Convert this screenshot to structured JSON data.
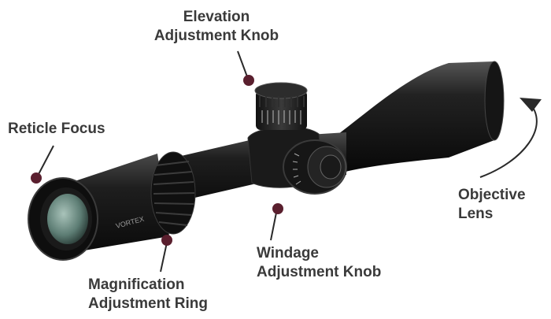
{
  "labels": {
    "elevation": {
      "line1": "Elevation",
      "line2": "Adjustment Knob"
    },
    "reticle": {
      "line1": "Reticle Focus"
    },
    "objective": {
      "line1": "Objective",
      "line2": "Lens"
    },
    "windage": {
      "line1": "Windage",
      "line2": "Adjustment Knob"
    },
    "magnification": {
      "line1": "Magnification",
      "line2": "Adjustment Ring"
    }
  },
  "brand_mark": "VORTEX",
  "colors": {
    "label_text": "#3a3a3a",
    "leader_line": "#2a2a2a",
    "callout_dot": "#5a1f2e",
    "scope_body": "#1b1b1b",
    "lens_glass": "#6f8f86"
  }
}
